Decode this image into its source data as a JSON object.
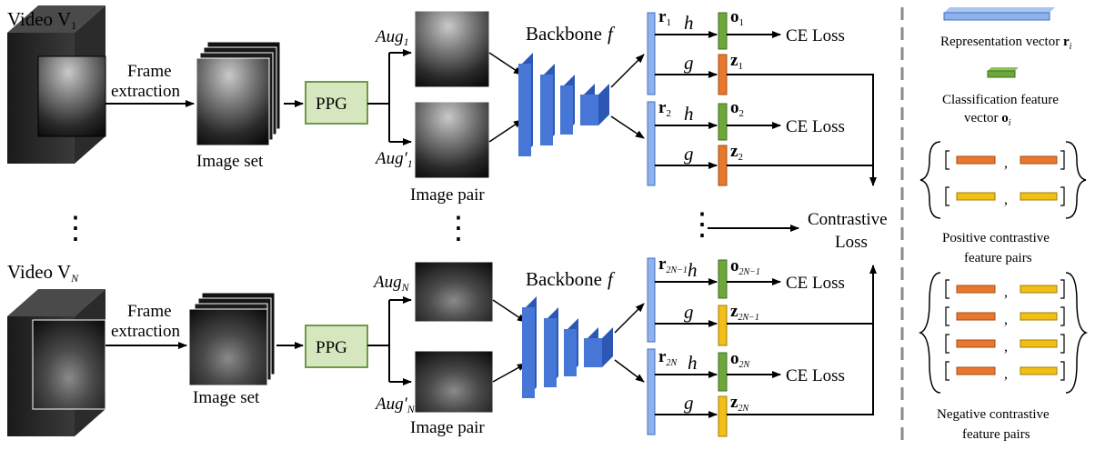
{
  "colors": {
    "ppg_fill": "#d6e7bf",
    "ppg_stroke": "#6e9a46",
    "backbone": "#3f6fcf",
    "rep_vector": "#8fb3e8",
    "cls_vector": "#6ea83a",
    "orange": "#e8782e",
    "yellow": "#f1bf16",
    "divider": "#8a8a8a"
  },
  "icons": [
    "video-cube",
    "frame-stack",
    "ultrasound-image",
    "backbone-cnn",
    "vector-bar"
  ],
  "top": {
    "video_label": "Video V",
    "video_sub": "1",
    "frame_label_1": "Frame",
    "frame_label_2": "extraction",
    "image_set": "Image set",
    "ppg": "PPG",
    "aug": "Aug",
    "aug_sub_1": "1",
    "aug_prime": "Aug′",
    "aug_sub_2": "1",
    "image_pair": "Image pair",
    "backbone": "Backbone",
    "backbone_f": "f",
    "r_a": "r",
    "r_a_sub": "1",
    "r_b": "r",
    "r_b_sub": "2",
    "h": "h",
    "g": "g",
    "o_a": "o",
    "o_a_sub": "1",
    "z_a": "z",
    "z_a_sub": "1",
    "o_b": "o",
    "o_b_sub": "2",
    "z_b": "z",
    "z_b_sub": "2",
    "ce_loss": "CE Loss"
  },
  "bottom": {
    "video_label": "Video V",
    "video_sub": "N",
    "frame_label_1": "Frame",
    "frame_label_2": "extraction",
    "image_set": "Image set",
    "ppg": "PPG",
    "aug": "Aug",
    "aug_sub_1": "N",
    "aug_prime": "Aug′",
    "aug_sub_2": "N",
    "image_pair": "Image pair",
    "backbone": "Backbone",
    "backbone_f": "f",
    "r_a": "r",
    "r_a_sub": "2N−1",
    "r_b": "r",
    "r_b_sub": "2N",
    "h": "h",
    "g": "g",
    "o_a": "o",
    "o_a_sub": "2N−1",
    "z_a": "z",
    "z_a_sub": "2N−1",
    "o_b": "o",
    "o_b_sub": "2N",
    "z_b": "z",
    "z_b_sub": "2N",
    "ce_loss": "CE Loss"
  },
  "dots": "⋮",
  "contrastive_1": "Contrastive",
  "contrastive_2": "Loss",
  "legend": {
    "rep_label": "Representation vector ",
    "rep_sym": "r",
    "rep_sub": "i",
    "cls_label_1": "Classification feature",
    "cls_label_2": "vector ",
    "cls_sym": "o",
    "cls_sub": "i",
    "comma": ",",
    "pos_1": "Positive contrastive",
    "pos_2": "feature pairs",
    "neg_1": "Negative contrastive",
    "neg_2": "feature pairs"
  }
}
